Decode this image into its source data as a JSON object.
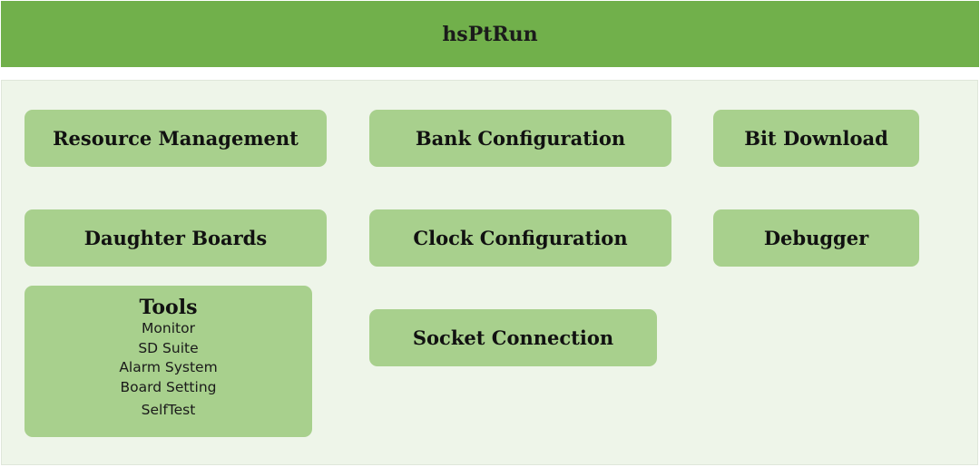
{
  "header": {
    "title": "hsPtRun"
  },
  "modules": {
    "resource_management": "Resource Management",
    "bank_configuration": "Bank Configuration",
    "bit_download": "Bit Download",
    "daughter_boards": "Daughter Boards",
    "clock_configuration": "Clock Configuration",
    "debugger": "Debugger",
    "socket_connection": "Socket Connection"
  },
  "tools": {
    "title": "Tools",
    "items": [
      "Monitor",
      "SD Suite",
      "Alarm System",
      "Board Setting",
      "SelfTest"
    ]
  },
  "colors": {
    "header_bg": "#71b04b",
    "panel_bg": "#eef5e9",
    "module_bg": "#a8d08d"
  }
}
